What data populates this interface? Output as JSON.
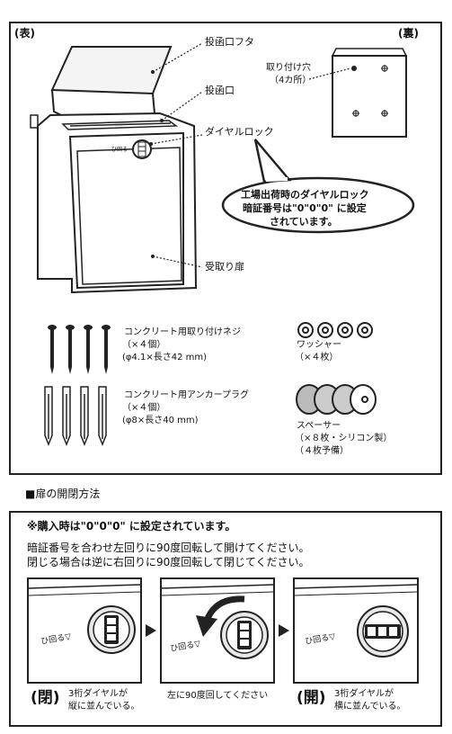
{
  "header": {
    "front_label": "(表)",
    "back_label": "(裏)"
  },
  "callouts": {
    "lid": "投函口フタ",
    "slot": "投函口",
    "dial_lock": "ダイヤルロック",
    "door": "受取り扉",
    "mounting_holes": "取り付け穴",
    "mounting_holes_count": "（4カ所）"
  },
  "speech_bubble": {
    "line1": "工場出荷時のダイヤルロック",
    "line2": "暗証番号は\"0\"0\"0\" に設定",
    "line3": "されています。"
  },
  "parts": {
    "screws": {
      "name": "コンクリート用取り付けネジ",
      "qty": "（×４個）",
      "spec": "(φ4.1×長さ42 mm)"
    },
    "anchors": {
      "name": "コンクリート用アンカープラグ",
      "qty": "（×４個）",
      "spec": "(φ8×長さ40 mm)"
    },
    "washers": {
      "name": "ワッシャー",
      "qty": "（×４枚）"
    },
    "spacers": {
      "name": "スペーサー",
      "qty": "（×８枚・シリコン製）",
      "note": "（４枚予備）"
    }
  },
  "section": {
    "title": "■扉の開閉方法"
  },
  "instructions": {
    "line1": "※購入時は\"0\"0\"0\" に設定されています。",
    "line2": "暗証番号を合わせ左回りに90度回転して開けてください。",
    "line3": "閉じる場合は逆に右回りに90度回転して閉じてください。"
  },
  "steps": [
    {
      "tag": "(閉)",
      "caption_line1": "3桁ダイヤルが",
      "caption_line2": "縦に並んでいる。"
    },
    {
      "tag": "",
      "caption_line1": "左に90度回してください",
      "caption_line2": ""
    },
    {
      "tag": "(開)",
      "caption_line1": "3桁ダイヤルが",
      "caption_line2": "横に並んでいる。"
    }
  ],
  "panel_text": "ひ回る▽",
  "icons": {
    "arrow": "right-triangle-arrow-icon",
    "rotate": "counterclockwise-arrow-icon"
  }
}
